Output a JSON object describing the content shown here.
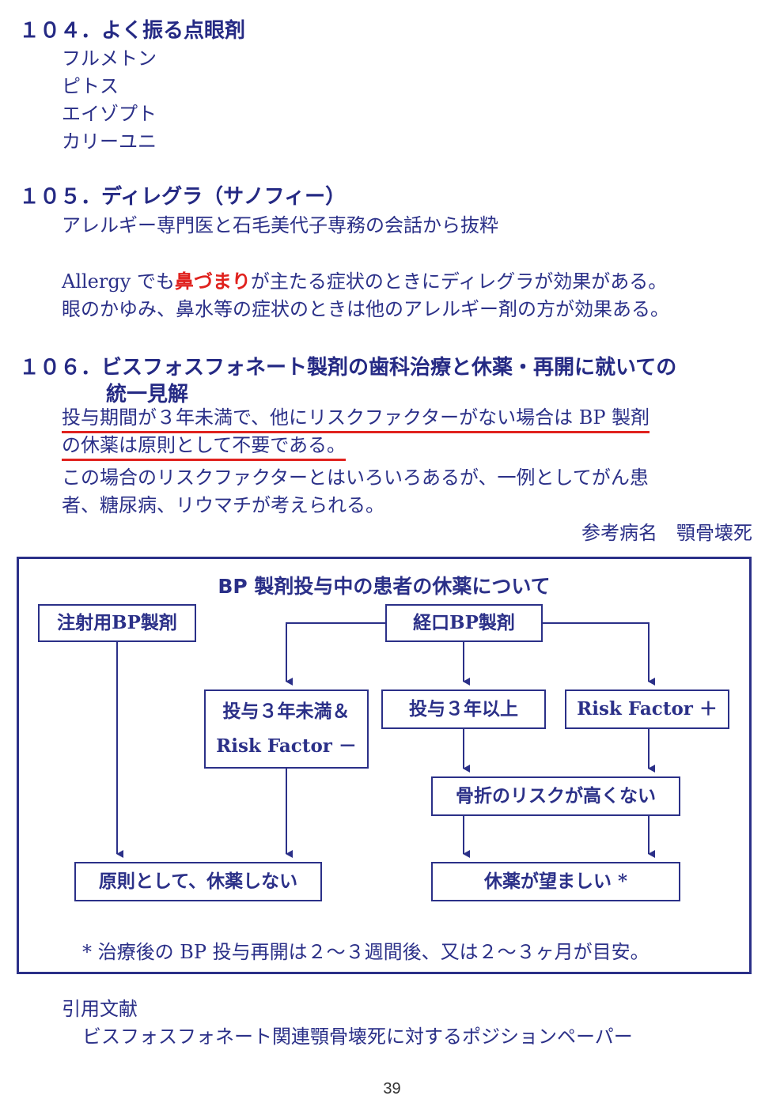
{
  "s104": {
    "heading": "１０４．よく振る点眼剤",
    "items": [
      "フルメトン",
      "ピトス",
      "エイゾプト",
      "カリーユニ"
    ]
  },
  "s105": {
    "heading": "１０５．ディレグラ（サノフィー）",
    "intro": "アレルギー専門医と石毛美代子専務の会話から抜粋",
    "line1_pre": "Allergy でも",
    "line1_red": "鼻づまり",
    "line1_post": "が主たる症状のときにディレグラが効果がある。",
    "line2": "眼のかゆみ、鼻水等の症状のときは他のアレルギー剤の方が効果ある。"
  },
  "s106": {
    "heading_l1": "１０６．ビスフォスフォネート製剤の歯科治療と休薬・再開に就いての",
    "heading_l2": "統一見解",
    "under1": "投与期間が３年未満で、他にリスクファクターがない場合は BP 製剤",
    "under2": "の休薬は原則として不要である。",
    "body1": "この場合のリスクファクターとはいろいろあるが、一例としてがん患",
    "body2": "者、糖尿病、リウマチが考えられる。",
    "ref": "参考病名　顎骨壊死"
  },
  "diagram": {
    "title": "BP 製剤投与中の患者の休薬について",
    "inj": "注射用BP製剤",
    "oral": "経口BP製剤",
    "lt3_l1": "投与３年未満＆",
    "lt3_l2": "Risk Factor －",
    "ge3": "投与３年以上",
    "rfplus": "Risk Factor ＋",
    "fracture": "骨折のリスクが高くない",
    "no_hold": "原則として、休薬しない",
    "hold": "休薬が望ましい *",
    "note": "* 治療後の BP 投与再開は２～３週間後、又は２～３ヶ月が目安。"
  },
  "citation": {
    "label": "引用文献",
    "text": "ビスフォスフォネート関連顎骨壊死に対するポジションペーパー"
  },
  "page_number": "39"
}
